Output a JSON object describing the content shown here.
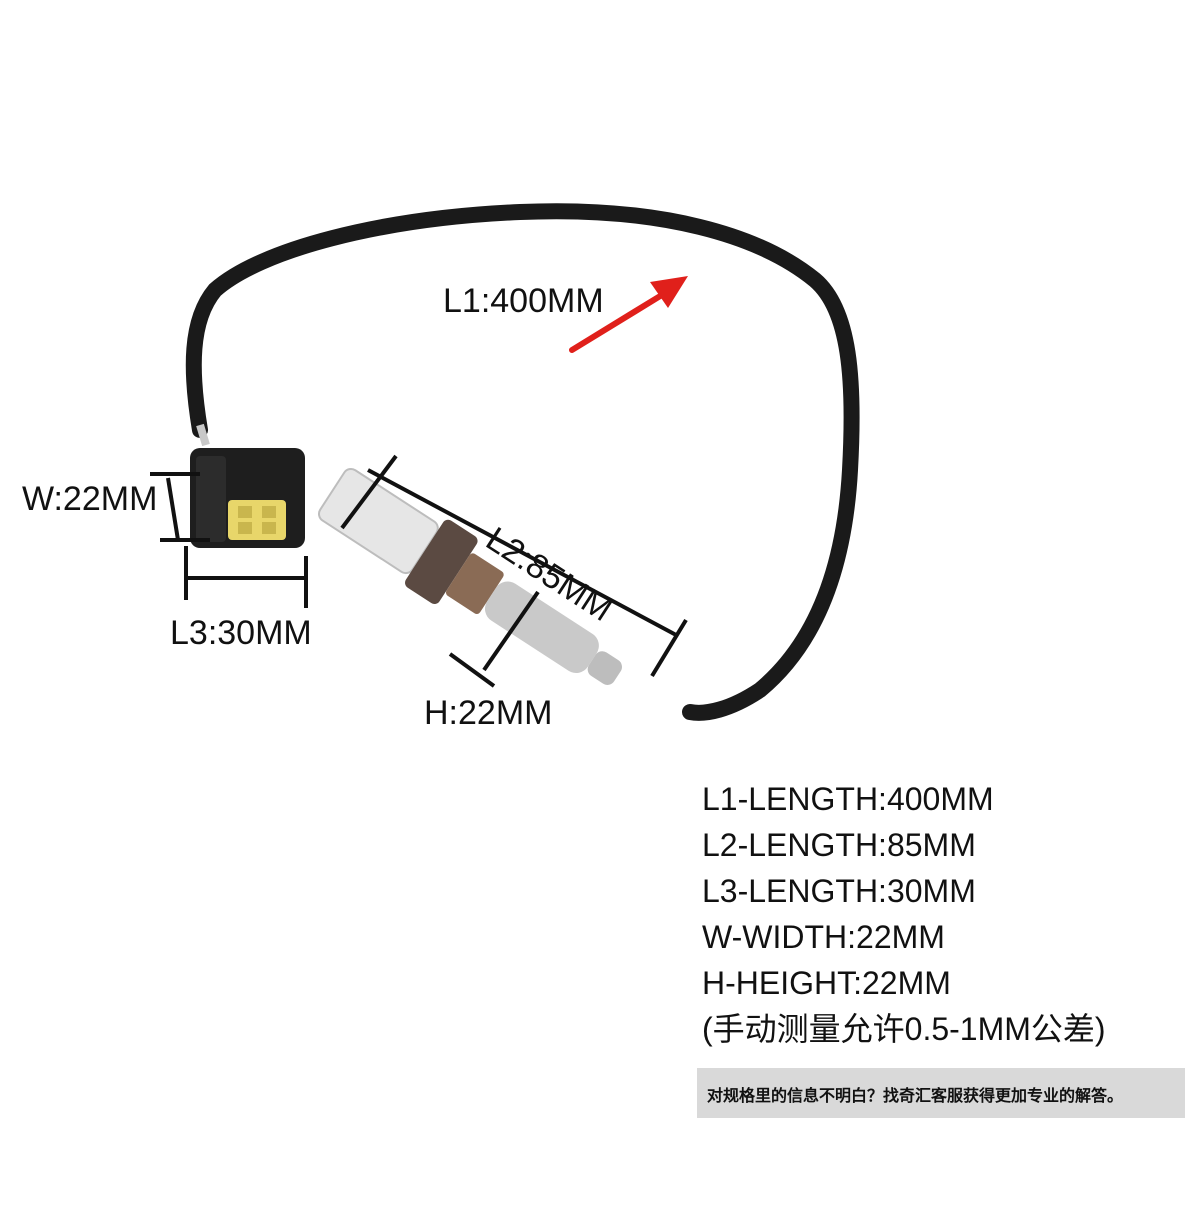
{
  "labels": {
    "l1": "L1:400MM",
    "l2": "L2:85MM",
    "l3": "L3:30MM",
    "w": "W:22MM",
    "h": "H:22MM"
  },
  "specs": [
    "L1-LENGTH:400MM",
    "L2-LENGTH:85MM",
    "L3-LENGTH:30MM",
    "W-WIDTH:22MM",
    "H-HEIGHT:22MM",
    "(手动测量允许0.5-1MM公差)"
  ],
  "banner": "对规格里的信息不明白？找奇汇客服获得更加专业的解答。",
  "colors": {
    "cable": "#1a1a1a",
    "arrow": "#e0201b",
    "connector_pins": "#e8d66a",
    "sensor_body": "#c9c9c9",
    "banner_bg": "#d9d9d9"
  }
}
